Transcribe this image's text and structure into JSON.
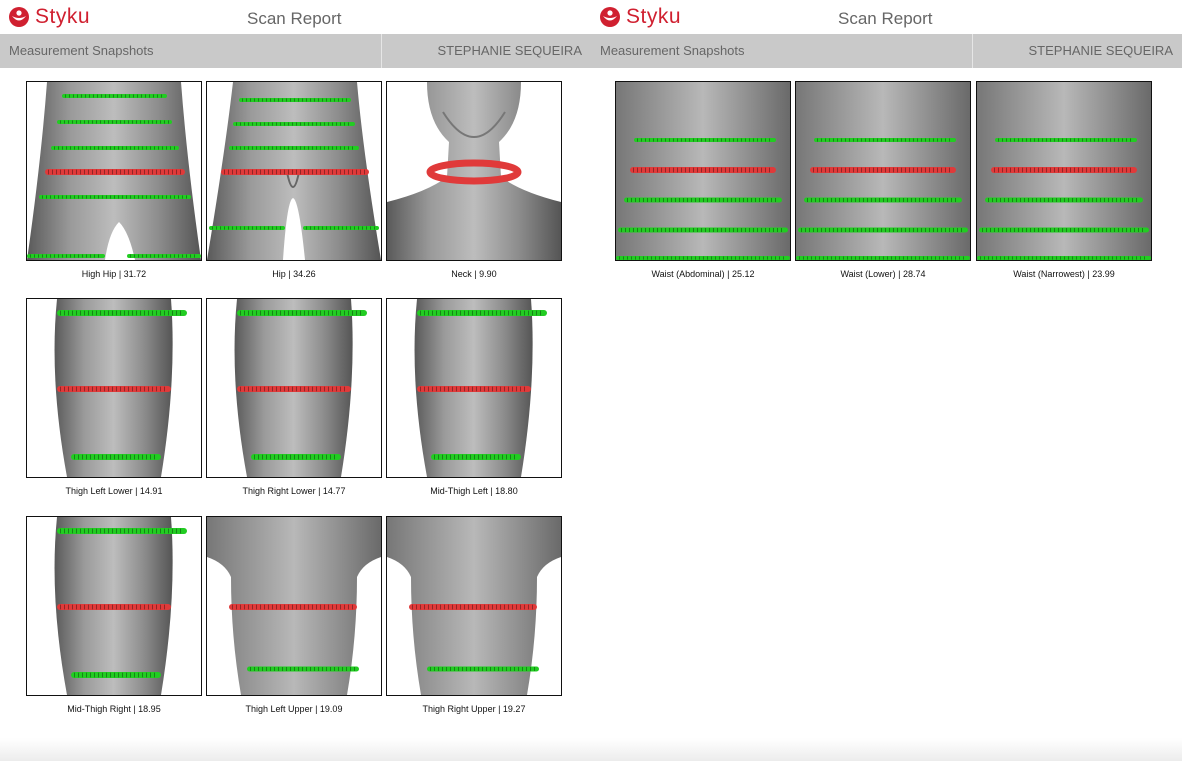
{
  "brand": "Styku",
  "title": "Scan Report",
  "section": "Measurement Snapshots",
  "client_name": "STEPHANIE SEQUEIRA",
  "colors": {
    "brand_red": "#d02030",
    "active_band": "#e03a3a",
    "other_band": "#22cc22",
    "header_bar": "#c9c9c9"
  },
  "left_snapshots": [
    {
      "name": "High Hip",
      "value": "31.72",
      "view": "hips-front"
    },
    {
      "name": "Hip",
      "value": "34.26",
      "view": "hips-back"
    },
    {
      "name": "Neck",
      "value": "9.90",
      "view": "neck"
    },
    {
      "name": "Thigh Left Lower",
      "value": "14.91",
      "view": "thigh"
    },
    {
      "name": "Thigh Right Lower",
      "value": "14.77",
      "view": "thigh"
    },
    {
      "name": "Mid-Thigh Left",
      "value": "18.80",
      "view": "thigh"
    },
    {
      "name": "Mid-Thigh Right",
      "value": "18.95",
      "view": "thigh"
    },
    {
      "name": "Thigh Left Upper",
      "value": "19.09",
      "view": "upper-thigh"
    },
    {
      "name": "Thigh Right Upper",
      "value": "19.27",
      "view": "upper-thigh"
    }
  ],
  "right_snapshots": [
    {
      "name": "Waist (Abdominal)",
      "value": "25.12",
      "view": "torso"
    },
    {
      "name": "Waist (Lower)",
      "value": "28.74",
      "view": "torso"
    },
    {
      "name": "Waist (Narrowest)",
      "value": "23.99",
      "view": "torso"
    }
  ],
  "separator": " | "
}
